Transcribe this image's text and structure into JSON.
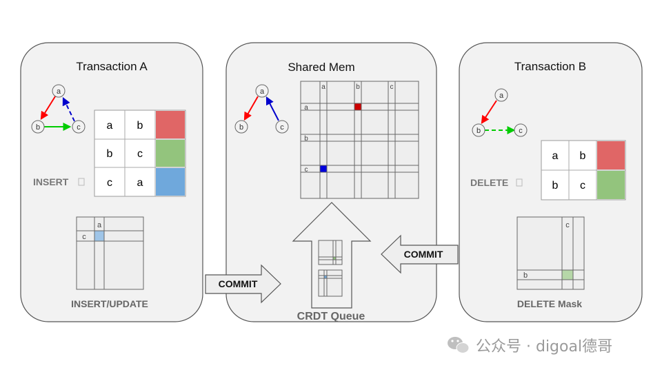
{
  "panels": {
    "transaction_a": {
      "title": "Transaction A",
      "graph_nodes": [
        "a",
        "b",
        "c"
      ],
      "table": [
        [
          "a",
          "b"
        ],
        [
          "b",
          "c"
        ],
        [
          "c",
          "a"
        ]
      ],
      "row_colors": [
        "#e06666",
        "#93c47d",
        "#6fa8dc"
      ],
      "insert_label": "INSERT",
      "matrix_col_label": "a",
      "matrix_row_label": "c",
      "matrix_caption": "INSERT/UPDATE"
    },
    "shared_mem": {
      "title": "Shared Mem",
      "graph_nodes": [
        "a",
        "b",
        "c"
      ],
      "col_labels": [
        "a",
        "b",
        "c"
      ],
      "row_labels": [
        "a",
        "b",
        "c"
      ],
      "queue_caption": "CRDT Queue"
    },
    "transaction_b": {
      "title": "Transaction B",
      "graph_nodes": [
        "a",
        "b",
        "c"
      ],
      "table": [
        [
          "a",
          "b"
        ],
        [
          "b",
          "c"
        ]
      ],
      "row_colors": [
        "#e06666",
        "#93c47d"
      ],
      "delete_label": "DELETE",
      "matrix_col_label": "c",
      "matrix_row_label": "b",
      "matrix_caption": "DELETE Mask"
    }
  },
  "arrows": {
    "commit_left": "COMMIT",
    "commit_right": "COMMIT"
  },
  "colors": {
    "panel_bg": "#f2f2f2",
    "edge_red": "#ff0000",
    "edge_blue": "#0000cc",
    "edge_green": "#00cc00",
    "cell_red": "#cc0000",
    "cell_blue": "#0000dd"
  },
  "watermark": {
    "icon": "wechat-icon",
    "text": "公众号 · digoal德哥"
  }
}
